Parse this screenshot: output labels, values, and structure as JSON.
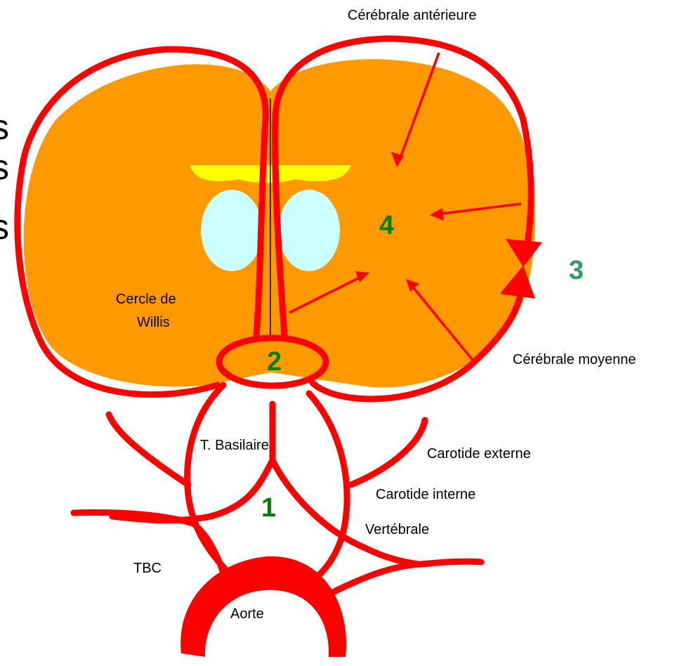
{
  "colors": {
    "brain": "#ff9900",
    "artery": "#ff0000",
    "ventricle": "#ccffff",
    "corpus": "#ffff00",
    "number_dark": "#008000",
    "number_teal": "#339966"
  },
  "labels": {
    "cerebrale_anterieure": "Cérébrale antérieure",
    "cerebrale_moyenne": "Cérébrale moyenne",
    "cercle_line1": "Cercle de",
    "cercle_line2": "Willis",
    "t_basilaire": "T.  Basilaire",
    "carotide_externe": "Carotide externe",
    "carotide_interne": "Carotide interne",
    "vertebrale": "Vertébrale",
    "tbc": "TBC",
    "aorte": "Aorte"
  },
  "numbers": {
    "n1": "1",
    "n2": "2",
    "n3": "3",
    "n4": "4"
  },
  "cutoff_letters": [
    "s",
    "s",
    "s"
  ]
}
